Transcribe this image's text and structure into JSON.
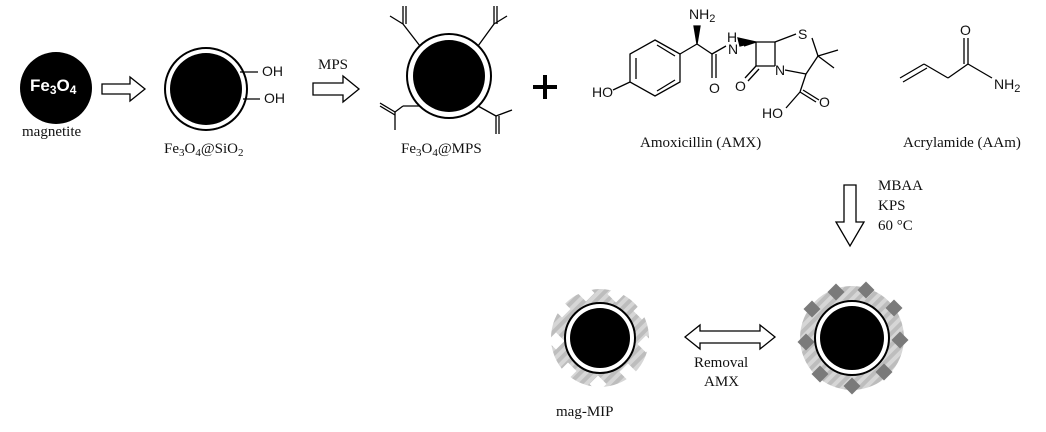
{
  "labels": {
    "magnetite": "magnetite",
    "fe3o4_core_text": {
      "main": "Fe",
      "s1": "3",
      "mid": "O",
      "s2": "4"
    },
    "fe3o4_sio2": {
      "a": "Fe",
      "s1": "3",
      "b": "O",
      "s2": "4",
      "c": "@SiO",
      "s3": "2"
    },
    "fe3o4_mps": {
      "a": "Fe",
      "s1": "3",
      "b": "O",
      "s2": "4",
      "c": "@MPS"
    },
    "mps_arrow": "MPS",
    "oh_top": "OH",
    "oh_bottom": "OH",
    "plus": "+",
    "amoxicillin": "Amoxicillin (AMX)",
    "acrylamide": "Acrylamide (AAm)",
    "amx_groups": {
      "nh2": "NH",
      "nh2_sub": "2",
      "ho": "HO",
      "nh": "N",
      "h": "H",
      "s": "S",
      "n": "N",
      "o1": "O",
      "o2": "O",
      "o3": "O",
      "ho2": "HO"
    },
    "aam_groups": {
      "o": "O",
      "nh2": "NH",
      "nh2_sub": "2"
    },
    "conditions": [
      "MBAA",
      "KPS",
      "60 °C"
    ],
    "removal": [
      "Removal",
      "AMX"
    ],
    "mag_mip": "mag-MIP"
  }
}
